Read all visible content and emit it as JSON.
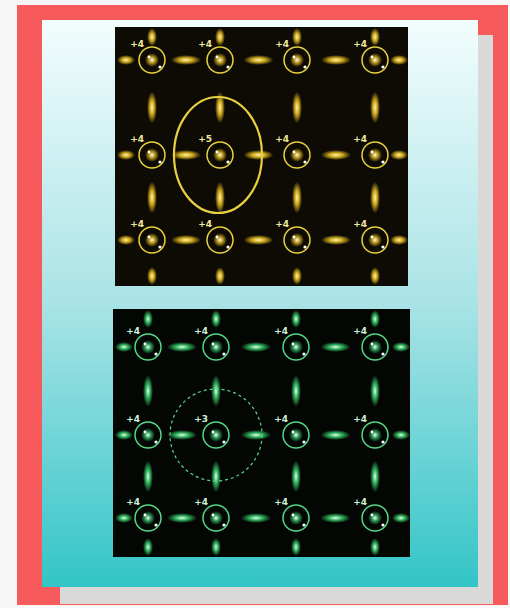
{
  "diagram": {
    "labels": [
      "+4",
      "+4",
      "+4",
      "+4",
      "+4",
      "+5",
      "+4",
      "+4",
      "+4",
      "+4",
      "+4",
      "+4",
      "+4",
      "+4",
      "+4",
      "+4",
      "+4",
      "+3",
      "+4",
      "+4",
      "+4",
      "+4",
      "+4",
      "+4"
    ]
  }
}
